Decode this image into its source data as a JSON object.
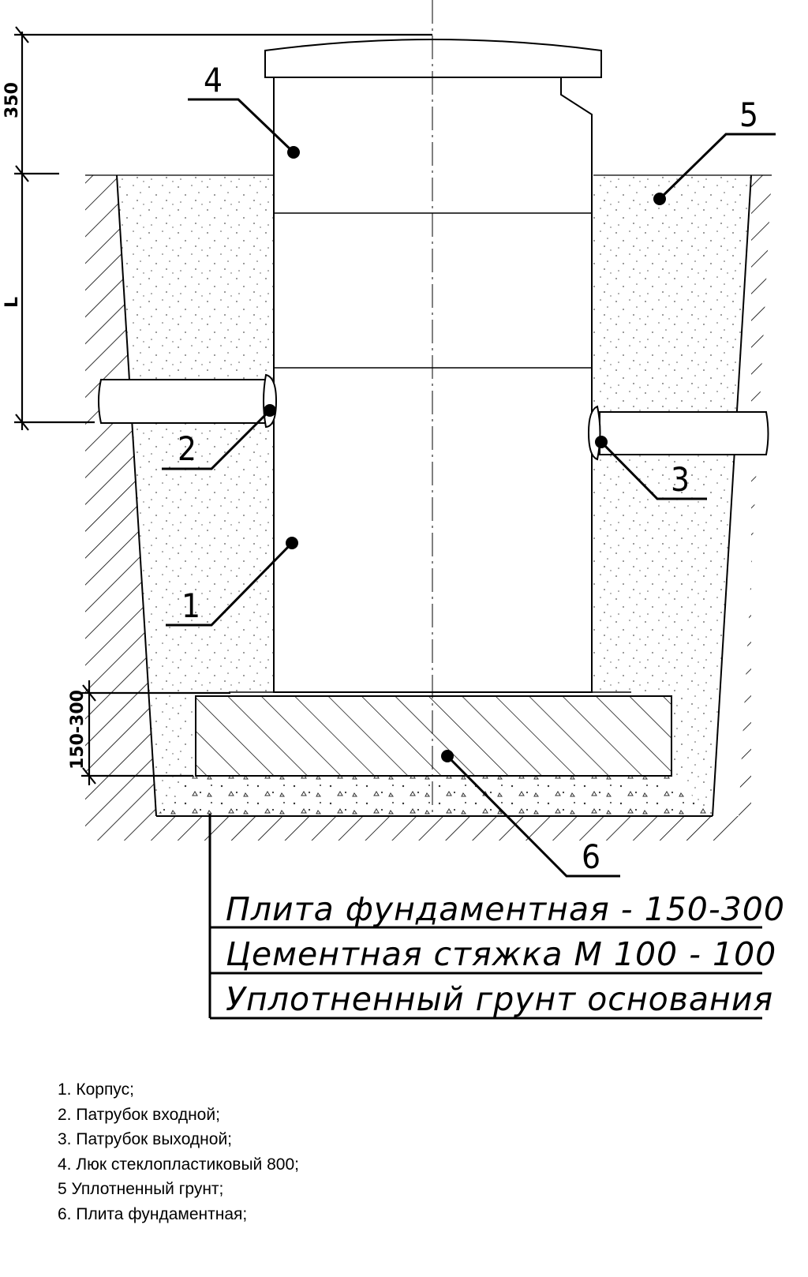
{
  "dimensions": {
    "top": "350",
    "middle": "L",
    "slab": "150-300"
  },
  "callouts": [
    "1",
    "2",
    "3",
    "4",
    "5",
    "6"
  ],
  "layers": [
    "Плита фундаментная - 150-300",
    "Цементная стяжка  М 100  - 100",
    "Уплотненный грунт основания"
  ],
  "legend": [
    "1. Корпус;",
    "2. Патрубок входной;",
    "3. Патрубок выходной;",
    "4. Люк стеклопластиковый 800;",
    "5  Уплотненный грунт;",
    "6. Плита фундаментная;"
  ]
}
